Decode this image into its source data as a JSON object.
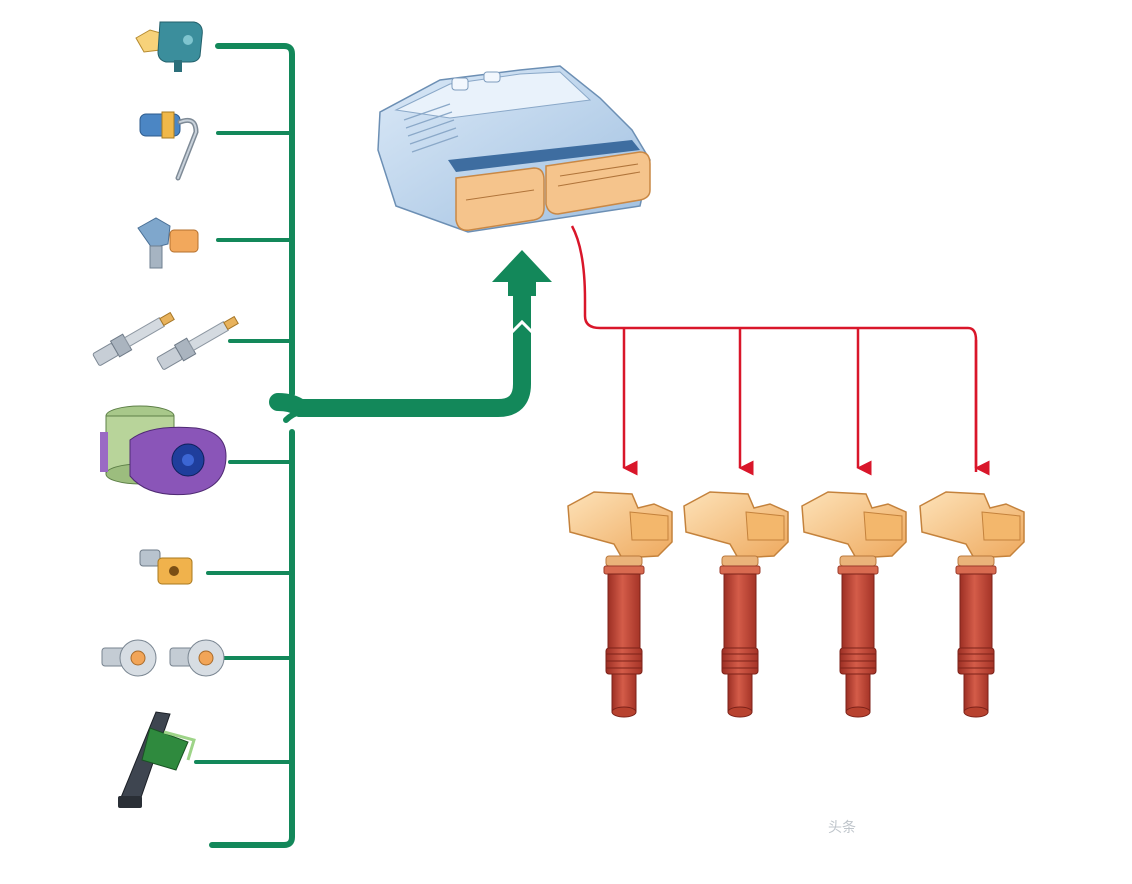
{
  "diagram": {
    "sensors": [
      {
        "name": "map-sensor",
        "label": ""
      },
      {
        "name": "hall-sensor",
        "label": ""
      },
      {
        "name": "rpm-sensor",
        "label": ""
      },
      {
        "name": "lambda-sensors",
        "label": ""
      },
      {
        "name": "throttle-body",
        "label": ""
      },
      {
        "name": "coolant-temp-sensor",
        "label": ""
      },
      {
        "name": "knock-sensors",
        "label": ""
      },
      {
        "name": "accelerator-pedal-module",
        "label": ""
      }
    ],
    "ecu": {
      "name": "engine-control-unit"
    },
    "actuators": [
      {
        "name": "ignition-coil-1"
      },
      {
        "name": "ignition-coil-2"
      },
      {
        "name": "ignition-coil-3"
      },
      {
        "name": "ignition-coil-4"
      }
    ],
    "colors": {
      "input_bus": "#13885a",
      "output_bus": "#d9162a",
      "ecu_body": "#b9d3ee",
      "connector": "#f5c48c",
      "coil_head": "#f7c27e",
      "coil_body": "#c24a3a"
    },
    "watermark": "头条"
  }
}
